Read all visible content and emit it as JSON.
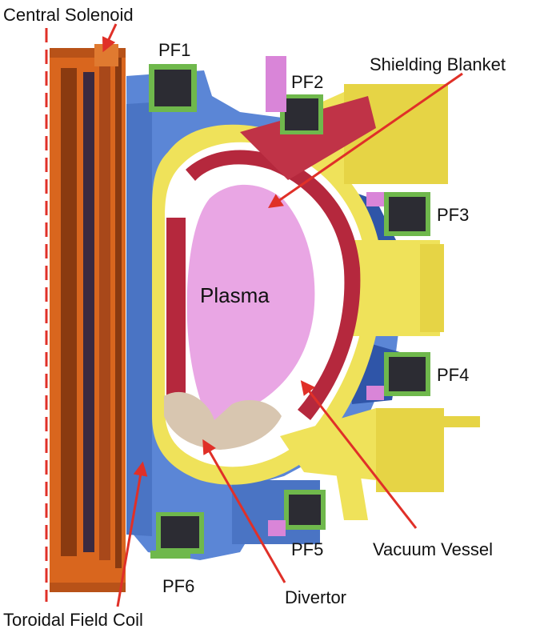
{
  "labels": {
    "central_solenoid": "Central Solenoid",
    "pf1": "PF1",
    "pf2": "PF2",
    "pf3": "PF3",
    "pf4": "PF4",
    "pf5": "PF5",
    "pf6": "PF6",
    "shielding_blanket": "Shielding Blanket",
    "plasma": "Plasma",
    "vacuum_vessel": "Vacuum Vessel",
    "divertor": "Divertor",
    "toroidal_field_coil": "Toroidal Field Coil"
  },
  "colors": {
    "solenoid": "#d9661e",
    "solenoid_dark": "#8a3a10",
    "tf_coil": "#5b86d6",
    "tf_coil_dark": "#2f55a8",
    "vessel": "#efe25a",
    "vessel_dark": "#b7a82a",
    "blanket": "#b5283d",
    "plasma": "#e9a6e4",
    "divertor": "#d8c6b0",
    "pf_coil": "#2c2c33",
    "pf_frame": "#6fb84c",
    "accent_pink": "#d985d8",
    "leader_line": "#e03028",
    "axis_line": "#e03028"
  }
}
